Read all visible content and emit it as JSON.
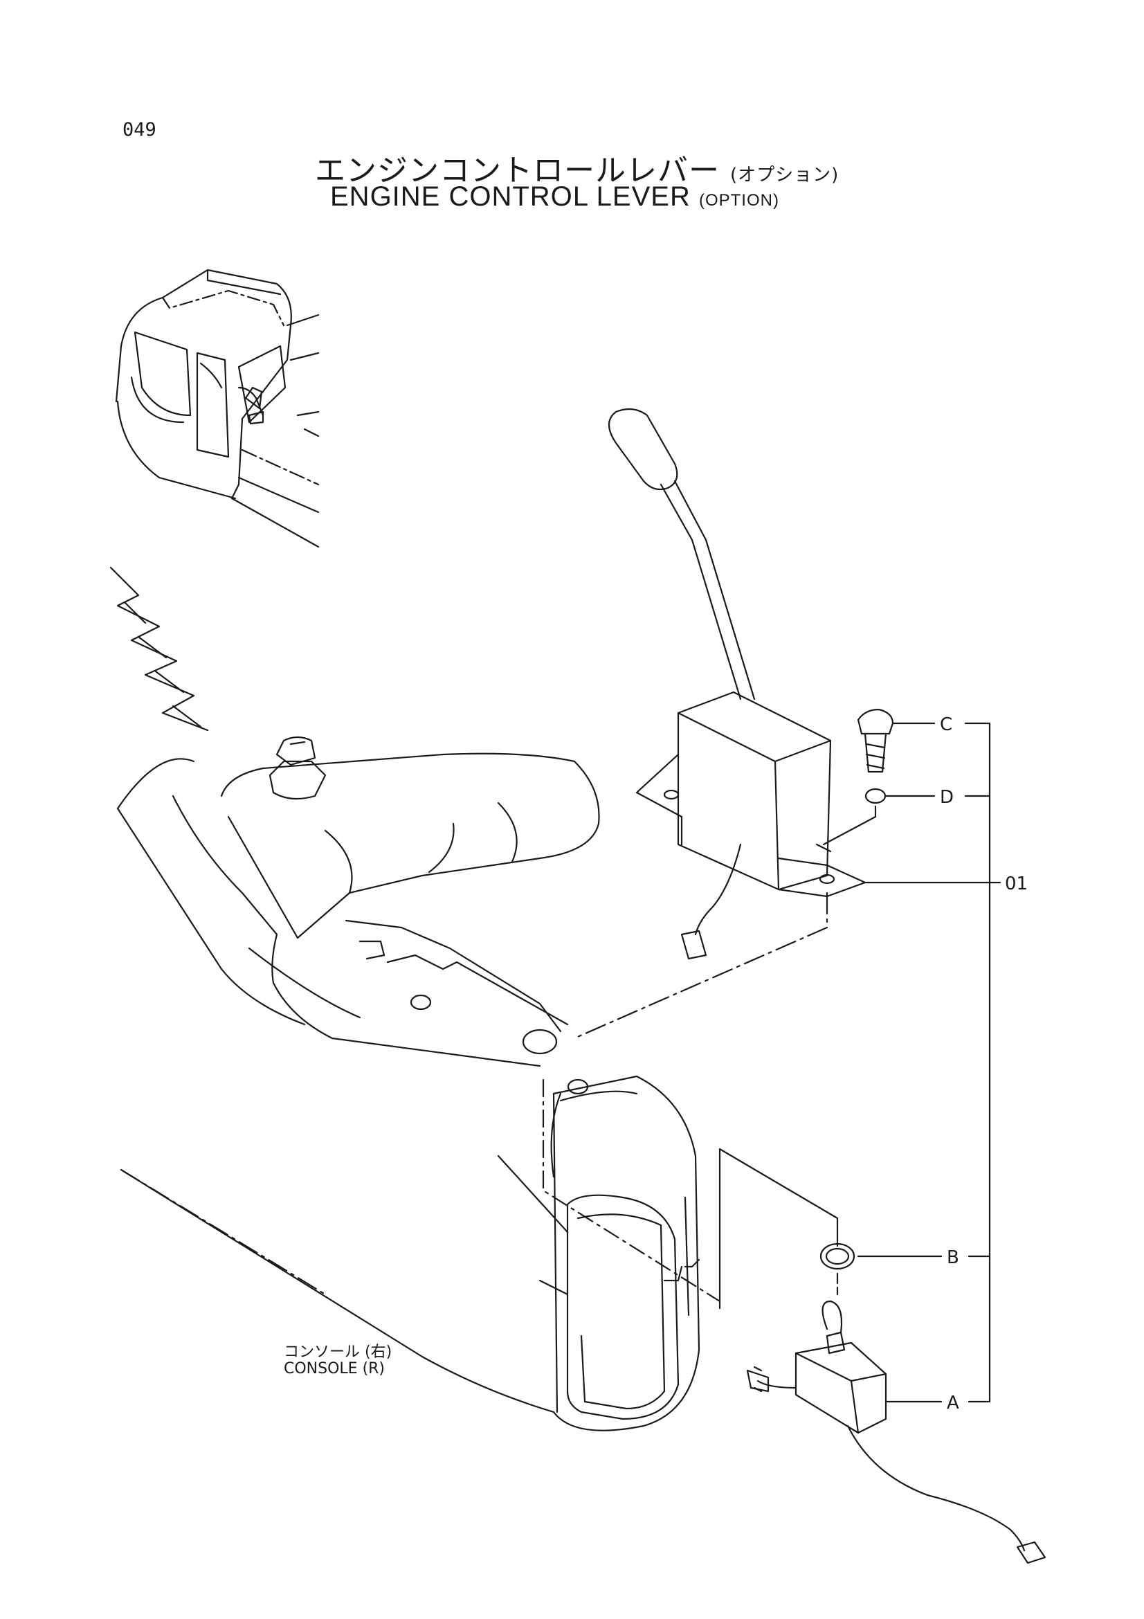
{
  "page_number": "049",
  "title": {
    "jp": "エンジンコントロールレバー",
    "jp_option": "(オプション)",
    "en": "ENGINE CONTROL LEVER",
    "en_option": "(OPTION)"
  },
  "callouts": {
    "c": "C",
    "d": "D",
    "item_01": "01",
    "b": "B",
    "a": "A"
  },
  "console_label": {
    "jp": "コンソール (右)",
    "en": "CONSOLE (R)"
  },
  "colors": {
    "ink": "#1a1a1a",
    "paper": "#ffffff"
  }
}
